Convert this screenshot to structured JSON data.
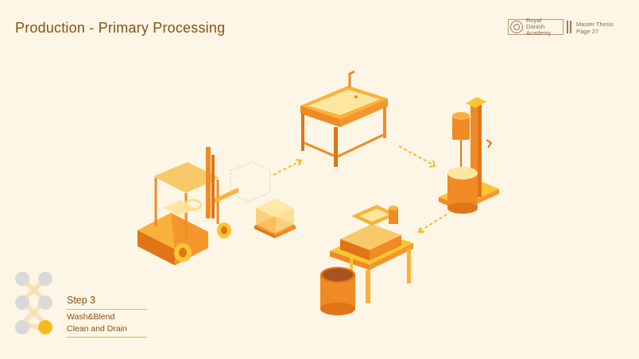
{
  "header": {
    "title": "Production - Primary Processing",
    "logo_name": "Royal Danish Academy",
    "thesis_label": "Master Thesis",
    "page_label": "Page 27"
  },
  "step": {
    "title": "Step 3",
    "items": [
      "Wash&Blend",
      "Clean and Drain"
    ]
  },
  "progress": {
    "total_nodes": 6,
    "active_node": 6
  },
  "colors": {
    "background": "#fdf6e6",
    "text": "#8a4f12",
    "orange": "#f08a24",
    "yellow": "#f8c533",
    "light_yellow": "#fde7a0",
    "inactive_node": "#d9d9d9",
    "accent_line": "#e4b25a"
  }
}
